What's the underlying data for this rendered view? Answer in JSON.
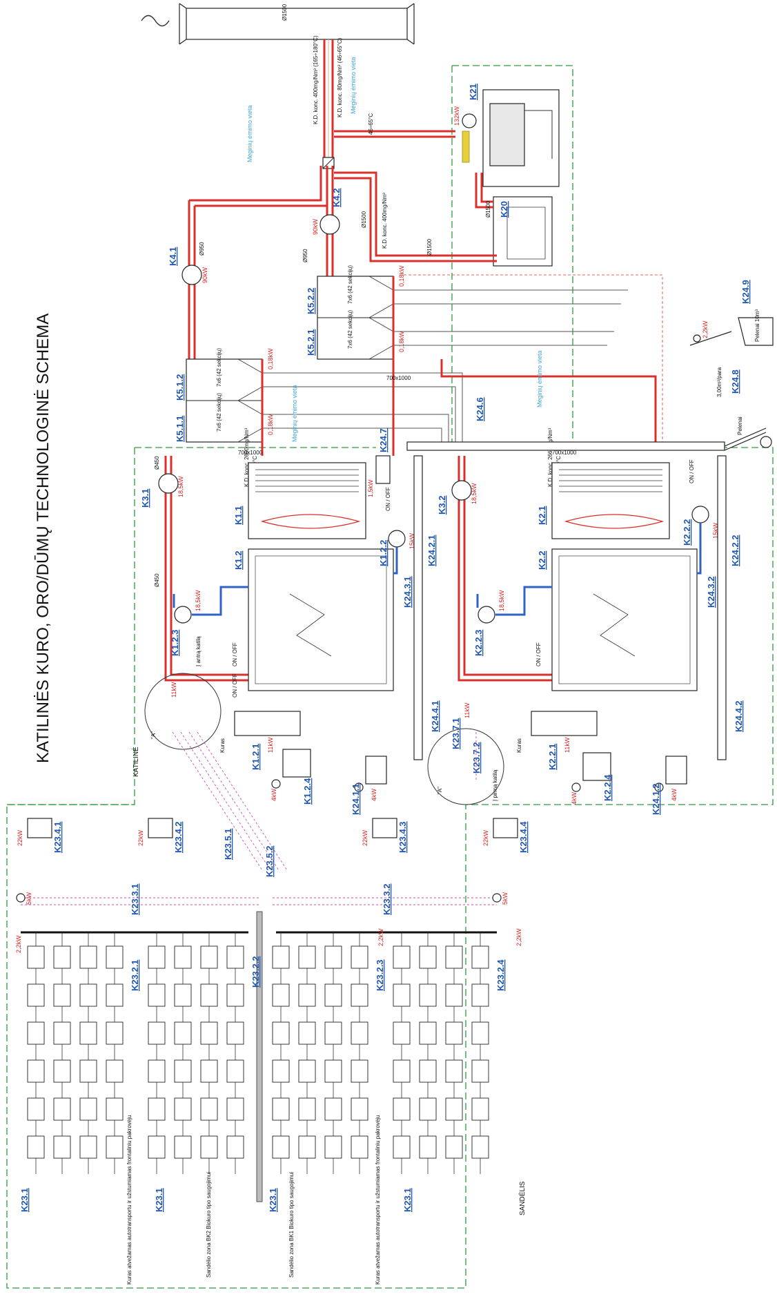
{
  "title": "KATILINĖS KURO, ORO/DŪMŲ TECHNOLOGINĖ SCHEMA",
  "zones": {
    "katiline": "KATILINĖ",
    "sandelis": "SANDĖLIS",
    "detail_a": "\"A\"",
    "detail_a2": "\"A\"",
    "to_second_boiler": "Į antrą katilą",
    "to_first_boiler": "Į pirmą katilą",
    "kuras": "Kuras",
    "kuras2": "Kuras"
  },
  "stack": {
    "diameter": "Ø1500",
    "conc_label": "K.D. konc. 400mg/Nm³ (165÷180°C)",
    "conc_label2": "K.D. konc. 80mg/Nm³ (46÷65°C)",
    "sampling": "Mėginių ėmimo vieta"
  },
  "equipment": {
    "k1_1": "K1.1",
    "k2_1": "K2.1",
    "k1_2": "K1.2",
    "k2_2": "K2.2",
    "k1_2_1": "K1.2.1",
    "k2_2_1": "K2.2.1",
    "k1_2_2": "K1.2.2",
    "k2_2_2": "K2.2.2",
    "k1_2_3": "K1.2.3",
    "k2_2_3": "K2.2.3",
    "k1_2_4": "K1.2.4",
    "k2_2_4": "K2.2.4",
    "k3_1": "K3.1",
    "k3_2": "K3.2",
    "k4_1": "K4.1",
    "k4_2": "K4.2",
    "k5_1_1": "K5.1.1",
    "k5_1_2": "K5.1.2",
    "k5_2_1": "K5.2.1",
    "k5_2_2": "K5.2.2",
    "k20": "K20",
    "k21": "K21",
    "k23_1a": "K23.1",
    "k23_1b": "K23.1",
    "k23_1c": "K23.1",
    "k23_1d": "K23.1",
    "k23_2_1": "K23.2.1",
    "k23_2_2": "K23.2.2",
    "k23_2_3": "K23.2.3",
    "k23_2_4": "K23.2.4",
    "k23_3_1": "K23.3.1",
    "k23_3_2": "K23.3.2",
    "k23_4_1": "K23.4.1",
    "k23_4_2": "K23.4.2",
    "k23_4_3": "K23.4.3",
    "k23_4_4": "K23.4.4",
    "k23_5_1": "K23.5.1",
    "k23_5_2": "K23.5.2",
    "k23_7_1": "K23.7.1",
    "k23_7_2": "K23.7.2",
    "k24_1_1": "K24.1.1",
    "k24_1_2": "K24.1.2",
    "k24_2_1": "K24.2.1",
    "k24_2_2": "K24.2.2",
    "k24_3_1": "K24.3.1",
    "k24_3_2": "K24.3.2",
    "k24_4_1": "K24.4.1",
    "k24_4_2": "K24.4.2",
    "k24_6": "K24.6",
    "k24_7": "K24.7",
    "k24_8": "K24.8",
    "k24_9": "K24.9"
  },
  "power": {
    "k4_1": "90kW",
    "k4_2": "90kW",
    "k3_1": "18,5kW",
    "k3_2": "18,5kW",
    "k21": "132kW",
    "k1_2_3": "18,5kW",
    "k2_2_3": "18,5kW",
    "k1_2_2": "15kW",
    "k2_2_2": "15kW",
    "k5_1": "0,18kW",
    "k5_2": "0,18kW",
    "k5_1b": "0,18kW",
    "k5_2b": "0,18kW",
    "k1_2_1": "11kW",
    "k2_2_1": "11kW",
    "k1_2_4": "4kW",
    "k2_2_4": "4kW",
    "k24_1_1": "4kW",
    "k24_1_2": "4kW",
    "k24_7": "1,5kW",
    "k24_9": "2,2kW",
    "k23_4": "22kW",
    "k23_2": "2,2kW",
    "k23_3": "5kW",
    "k_a1": "11kW",
    "k_a2": "11kW"
  },
  "flue": {
    "d450": "Ø450",
    "d450b": "Ø450",
    "d950": "Ø950",
    "d950b": "Ø950",
    "d1500": "Ø1500",
    "d1500b": "Ø1500",
    "d1500c": "Ø1500",
    "duct": "700x1000",
    "duct2": "700x1000",
    "duct3": "700x1000",
    "conc_2660": "K.D. konc. 2660mg/Nm³",
    "temp_165": "165÷180°C",
    "conc_400": "K.D. konc. 400mg/Nm³",
    "temp_46": "46÷65°C",
    "filter_sections": "7x6 (42 sekcijų)",
    "on_off": "ON / OFF",
    "sampling": "Mėginių ėmimo vieta",
    "ash": "Pelenai 10m³",
    "ash_conveyor": "Pelenai",
    "ash_conveyor_len": "3,00m³/para"
  },
  "storage": {
    "zone_bk2": "Sandėlio zona BK2 Biokuro tipo saugojimui",
    "zone_bk1": "Sandėlio zona BK1 Biokuro tipo saugojimui",
    "fuel_note_1": "Kuras atvežamas autotransportu ir užstumiamas frontaliniu pakrovėju",
    "fuel_note_2": "Kuras atvežamas autotransportu ir užstumiamas frontaliniu pakrovėju"
  }
}
